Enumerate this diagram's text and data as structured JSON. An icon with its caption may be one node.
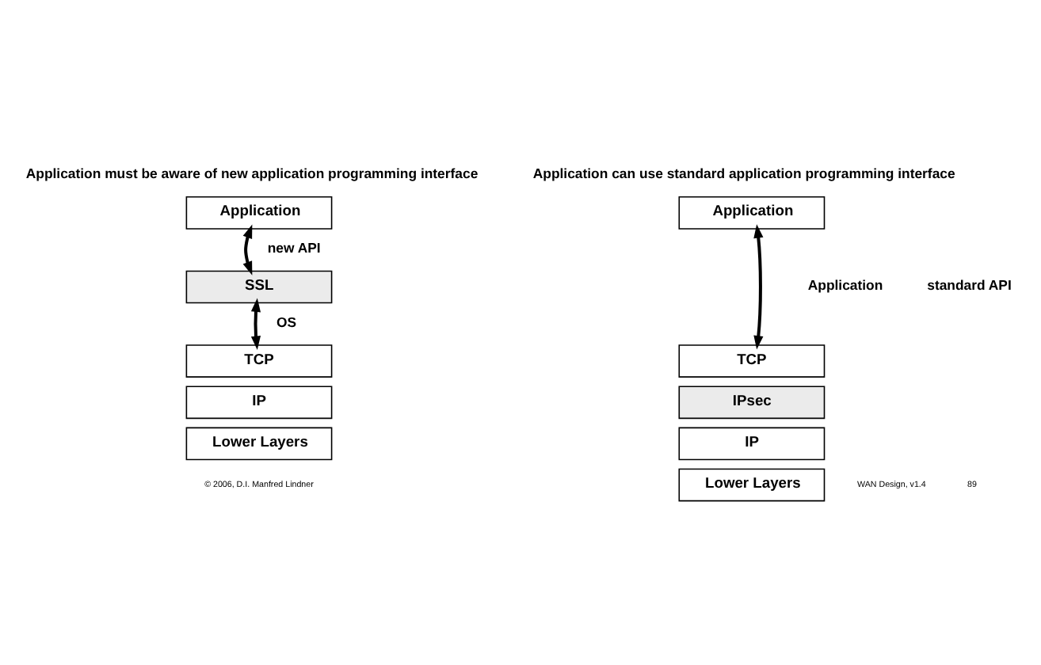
{
  "diagram": {
    "nodes": [
      {
        "text": [
          "Application"
        ]
      },
      {
        "text": [
          "SSL"
        ]
      },
      {
        "text": [
          "TCP"
        ]
      },
      {
        "text": [
          "IP"
        ]
      },
      {
        "text": [
          "Lower Layers"
        ]
      },
      {
        "text": [
          "Application"
        ]
      },
      {
        "text": [
          "TCP"
        ]
      },
      {
        "text": [
          "IPsec"
        ]
      },
      {
        "text": [
          "IP"
        ]
      },
      {
        "text": [
          "Lower Layers"
        ]
      }
    ],
    "edges": [
      {
        "from": 0,
        "to": 1,
        "arrow": "both"
      },
      {
        "from": 1,
        "to": 2,
        "arrow": "both"
      },
      {
        "from": 5,
        "to": 6,
        "arrow": "both"
      }
    ],
    "labels": [
      "Application must be aware of new application programming interface",
      "Application can use standard application programming interface",
      "new API",
      "Application",
      "standard API",
      "OS",
      "© 2006, D.I. Manfred Lindner",
      "WAN Design, v1.4",
      "89"
    ]
  }
}
